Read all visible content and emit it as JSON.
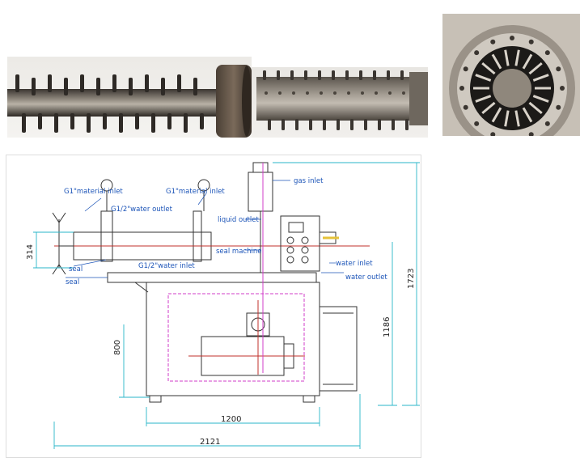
{
  "labels": {
    "g1_material_inlet_left": "G1\"material inlet",
    "g12_water_outlet": "G1/2\"water outlet",
    "g1_material_inlet_right": "G1\"material inlet",
    "gas_inlet": "gas inlet",
    "liquid_outlet": "liquid outlet",
    "seal_machine": "seal machine",
    "g12_water_inlet": "G1/2\"water inlet",
    "seal_1": "seal",
    "seal_2": "seal",
    "water_inlet": "water inlet",
    "water_outlet": "water outlet"
  },
  "dimensions": {
    "d314": "314",
    "d800": "800",
    "d1200": "1200",
    "d2121": "2121",
    "d1186": "1186",
    "d1723": "1723"
  },
  "colors": {
    "dim_line": "#29b6c9",
    "label_text": "#1d55b8",
    "centerline": "#c0302b",
    "magenta": "#d23cc8",
    "green_label": "#2e7d5a"
  }
}
